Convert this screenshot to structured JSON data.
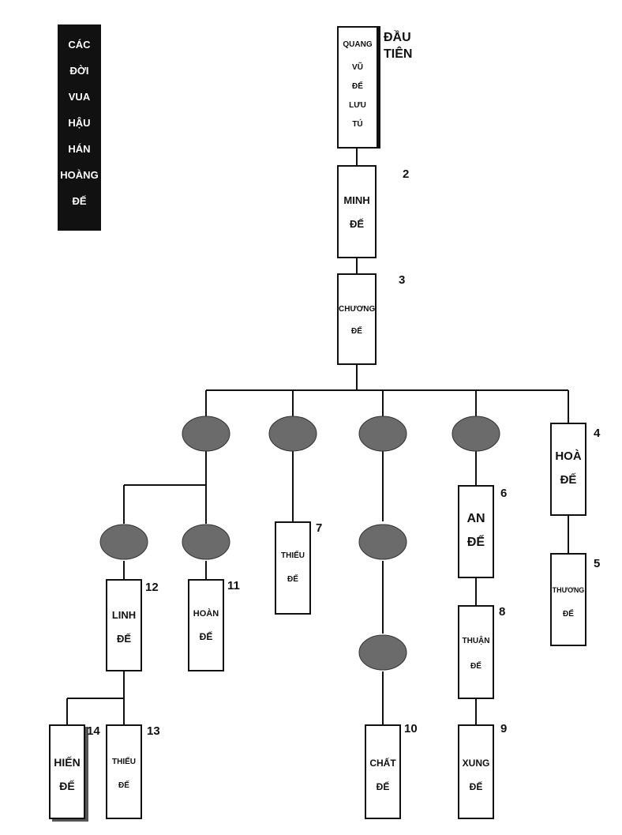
{
  "title": [
    "CÁC",
    "ĐỜI",
    "VUA",
    "HẬU",
    "HÁN",
    "HOÀNG",
    "ĐẾ"
  ],
  "emperors": {
    "quang_vu": {
      "lines": [
        "QUANG",
        "VŨ",
        "ĐẾ",
        "LƯU",
        "TÚ"
      ],
      "order": "ĐẦU TIÊN"
    },
    "minh": {
      "lines": [
        "MINH",
        "ĐẾ"
      ],
      "order": "2"
    },
    "chuong": {
      "lines": [
        "CHƯƠNG",
        "ĐẾ"
      ],
      "order": "3"
    },
    "hoa": {
      "lines": [
        "HOÀ",
        "ĐẾ"
      ],
      "order": "4"
    },
    "thuong": {
      "lines": [
        "THƯƠNG",
        "ĐẾ"
      ],
      "order": "5"
    },
    "an": {
      "lines": [
        "AN",
        "ĐẾ"
      ],
      "order": "6"
    },
    "thieu_7": {
      "lines": [
        "THIẾU",
        "ĐẾ"
      ],
      "order": "7"
    },
    "thuan": {
      "lines": [
        "THUẬN",
        "ĐẾ"
      ],
      "order": "8"
    },
    "xung": {
      "lines": [
        "XUNG",
        "ĐẾ"
      ],
      "order": "9"
    },
    "chat": {
      "lines": [
        "CHẤT",
        "ĐẾ"
      ],
      "order": "10"
    },
    "hoan": {
      "lines": [
        "HOÀN",
        "ĐẾ"
      ],
      "order": "11"
    },
    "linh": {
      "lines": [
        "LINH",
        "ĐẾ"
      ],
      "order": "12"
    },
    "thieu_13": {
      "lines": [
        "THIẾU",
        "ĐẾ"
      ],
      "order": "13"
    },
    "hien": {
      "lines": [
        "HIẾN",
        "ĐẾ"
      ],
      "order": "14"
    }
  },
  "colors": {
    "ink": "#111111",
    "ancestor_fill": "#6b6b6b"
  }
}
